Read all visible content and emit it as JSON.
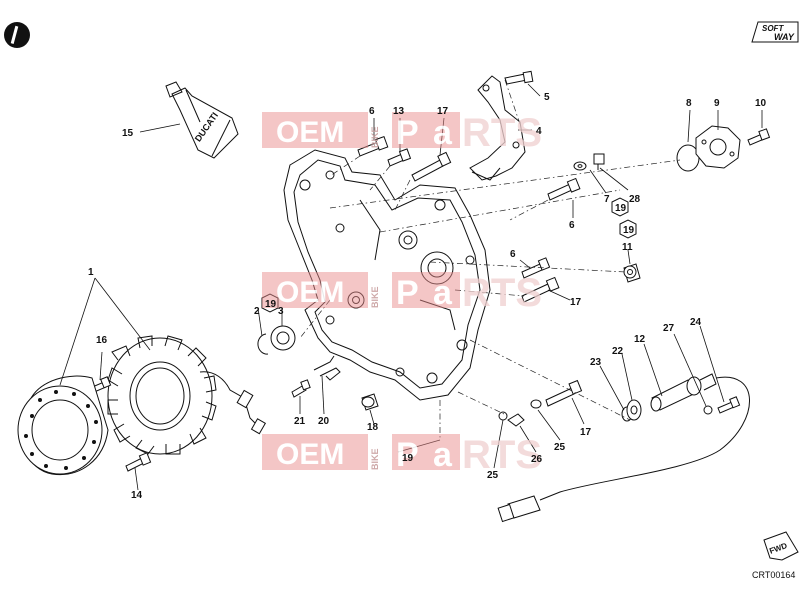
{
  "logo": {
    "line1": "SOFT",
    "line2": "WAY"
  },
  "tube_text": "DUCATI",
  "fwd_label": "FWD",
  "catalog_code": "CRT00164",
  "watermark": {
    "oem": "OEM",
    "bike": "BIKE",
    "parts_a": "P",
    "parts_b": "a",
    "parts_c": "RTS"
  },
  "callouts": [
    {
      "id": "c1",
      "text": "1"
    },
    {
      "id": "c2",
      "text": "2"
    },
    {
      "id": "c3",
      "text": "3"
    },
    {
      "id": "c4",
      "text": "4"
    },
    {
      "id": "c5",
      "text": "5"
    },
    {
      "id": "c6a",
      "text": "6"
    },
    {
      "id": "c6b",
      "text": "6"
    },
    {
      "id": "c6c",
      "text": "6"
    },
    {
      "id": "c7",
      "text": "7"
    },
    {
      "id": "c8",
      "text": "8"
    },
    {
      "id": "c9",
      "text": "9"
    },
    {
      "id": "c10",
      "text": "10"
    },
    {
      "id": "c11",
      "text": "11"
    },
    {
      "id": "c12",
      "text": "12"
    },
    {
      "id": "c13",
      "text": "13"
    },
    {
      "id": "c14",
      "text": "14"
    },
    {
      "id": "c15",
      "text": "15"
    },
    {
      "id": "c16",
      "text": "16"
    },
    {
      "id": "c17a",
      "text": "17"
    },
    {
      "id": "c17b",
      "text": "17"
    },
    {
      "id": "c17c",
      "text": "17"
    },
    {
      "id": "c18",
      "text": "18"
    },
    {
      "id": "c19a",
      "text": "19"
    },
    {
      "id": "c19b",
      "text": "19"
    },
    {
      "id": "c19c",
      "text": "19"
    },
    {
      "id": "c19d",
      "text": "19"
    },
    {
      "id": "c20",
      "text": "20"
    },
    {
      "id": "c21",
      "text": "21"
    },
    {
      "id": "c22",
      "text": "22"
    },
    {
      "id": "c23",
      "text": "23"
    },
    {
      "id": "c24",
      "text": "24"
    },
    {
      "id": "c25a",
      "text": "25"
    },
    {
      "id": "c25b",
      "text": "25"
    },
    {
      "id": "c26",
      "text": "26"
    },
    {
      "id": "c27",
      "text": "27"
    },
    {
      "id": "c28",
      "text": "28"
    }
  ]
}
